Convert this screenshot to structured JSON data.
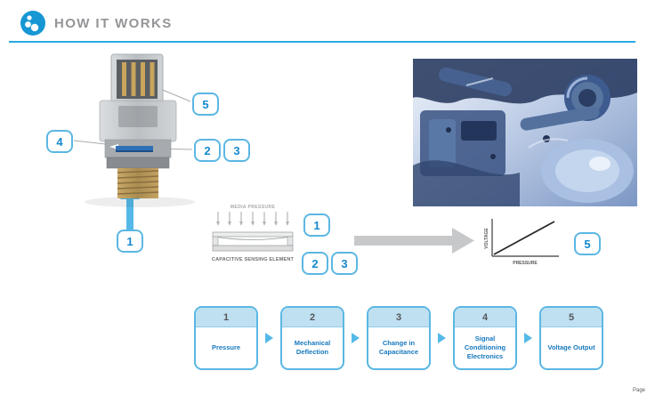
{
  "header": {
    "title": "HOW IT WORKS"
  },
  "callouts": {
    "n1": "1",
    "n2": "2",
    "n3": "3",
    "n4": "4",
    "n5": "5"
  },
  "sensing_diagram": {
    "media_pressure_label": "MEDIA PRESSURE",
    "element_label": "CAPACITIVE SENSING ELEMENT"
  },
  "graph": {
    "y_label": "VOLTAGE",
    "x_label": "PRESSURE"
  },
  "steps": [
    {
      "number": "1",
      "label": "Pressure"
    },
    {
      "number": "2",
      "label": "Mechanical Deflection"
    },
    {
      "number": "3",
      "label": "Change in Capacitance"
    },
    {
      "number": "4",
      "label": "Signal Conditioning Electronics"
    },
    {
      "number": "5",
      "label": "Voltage Output"
    }
  ],
  "footer": {
    "page_text": "Page"
  },
  "colors": {
    "accent": "#29ABE2",
    "badge_border": "#5BB7E3",
    "step_label": "#1779BE",
    "title_gray": "#939598"
  }
}
